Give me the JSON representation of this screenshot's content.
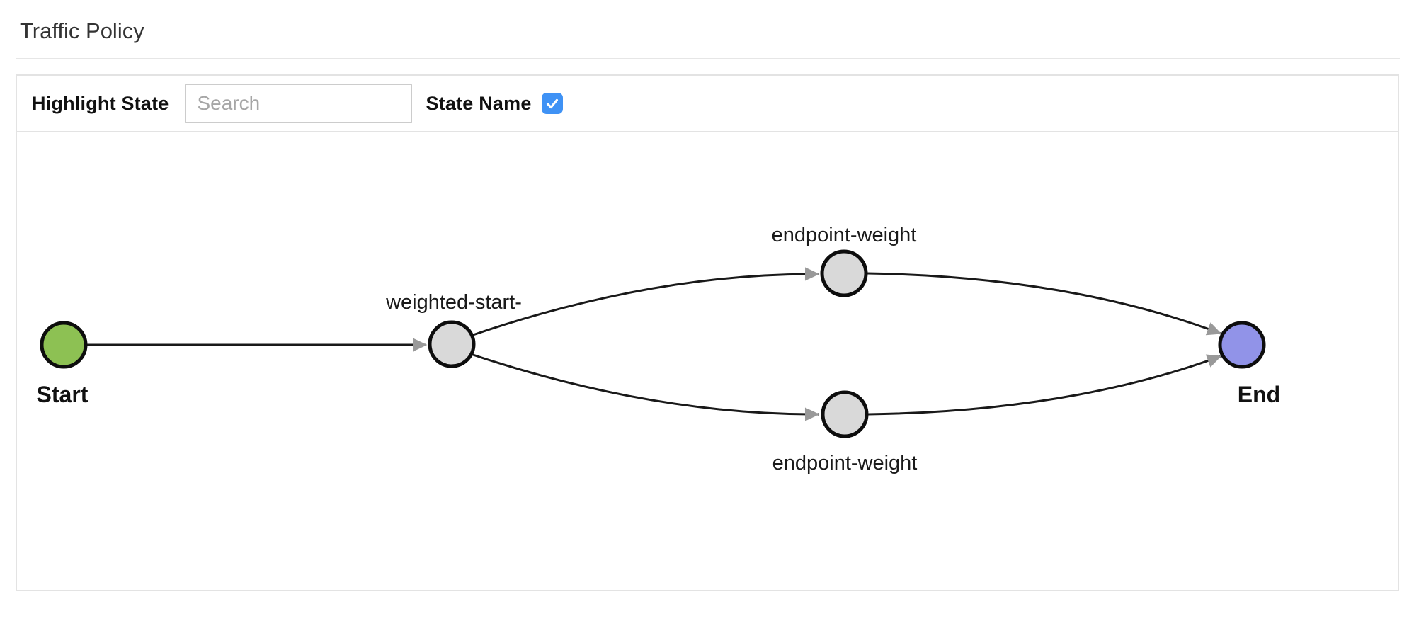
{
  "page": {
    "title": "Traffic Policy"
  },
  "toolbar": {
    "highlight_state_label": "Highlight State",
    "search_placeholder": "Search",
    "search_value": "",
    "state_name_label": "State Name",
    "state_name_checked": true
  },
  "colors": {
    "checkbox_blue": "#3f92f5",
    "start_node_fill": "#8dc153",
    "end_node_fill": "#9193e8",
    "state_node_fill": "#d9d9d9",
    "node_border": "#0d0d0d",
    "edge_line": "#191919",
    "arrowhead_gray": "#999999",
    "panel_border": "#e3e3e3"
  },
  "graph": {
    "nodes": [
      {
        "id": "start",
        "label": "Start",
        "fill": "#8dc153"
      },
      {
        "id": "weighted-start",
        "label": "weighted-start-",
        "fill": "#d9d9d9"
      },
      {
        "id": "endpoint-weight-top",
        "label": "endpoint-weight",
        "fill": "#d9d9d9"
      },
      {
        "id": "endpoint-weight-bottom",
        "label": "endpoint-weight",
        "fill": "#d9d9d9"
      },
      {
        "id": "end",
        "label": "End",
        "fill": "#9193e8"
      }
    ],
    "edges": [
      {
        "from": "start",
        "to": "weighted-start"
      },
      {
        "from": "weighted-start",
        "to": "endpoint-weight-top"
      },
      {
        "from": "weighted-start",
        "to": "endpoint-weight-bottom"
      },
      {
        "from": "endpoint-weight-top",
        "to": "end"
      },
      {
        "from": "endpoint-weight-bottom",
        "to": "end"
      }
    ]
  }
}
